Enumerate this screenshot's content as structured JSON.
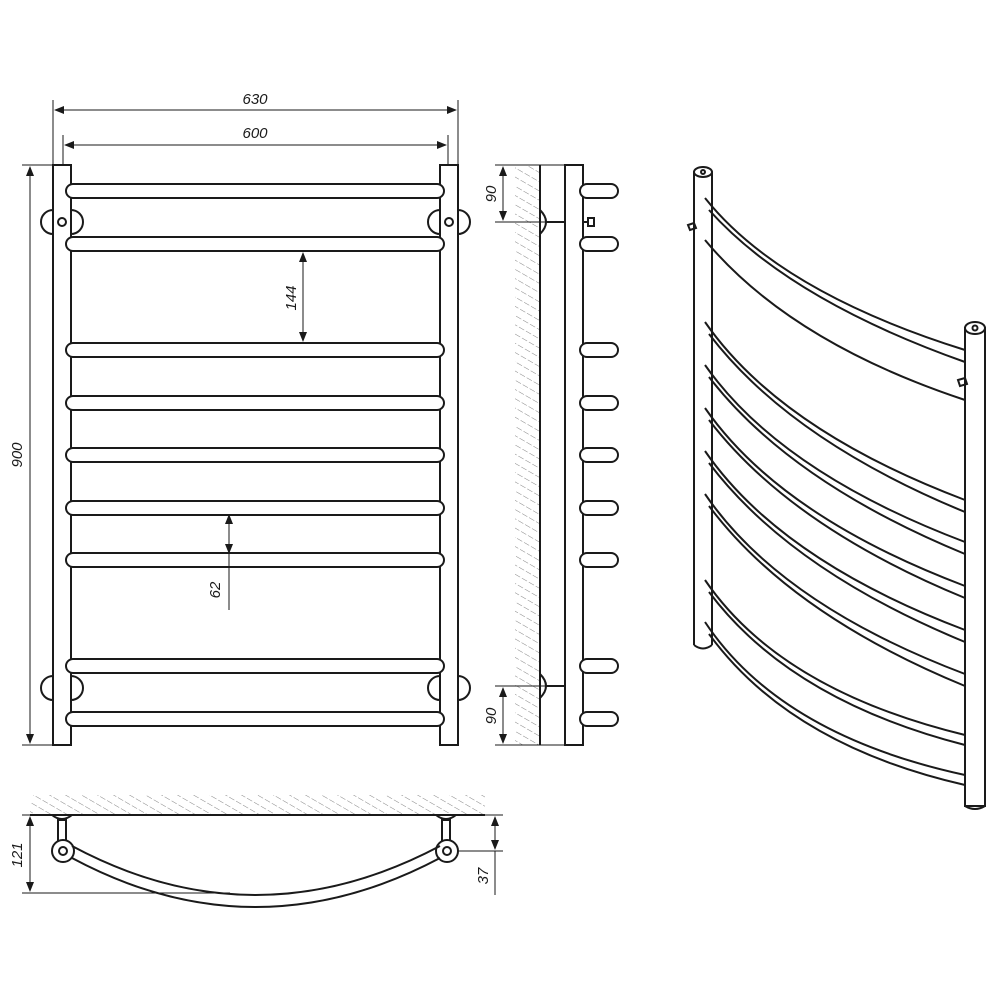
{
  "dimensions": {
    "overall_width": "630",
    "pipe_width": "600",
    "height": "900",
    "gap_large": "144",
    "gap_small": "62",
    "mount_top": "90",
    "mount_bottom": "90",
    "depth_total": "121",
    "depth_mount": "37"
  },
  "colors": {
    "ink": "#1a1a1a",
    "background": "#ffffff"
  }
}
